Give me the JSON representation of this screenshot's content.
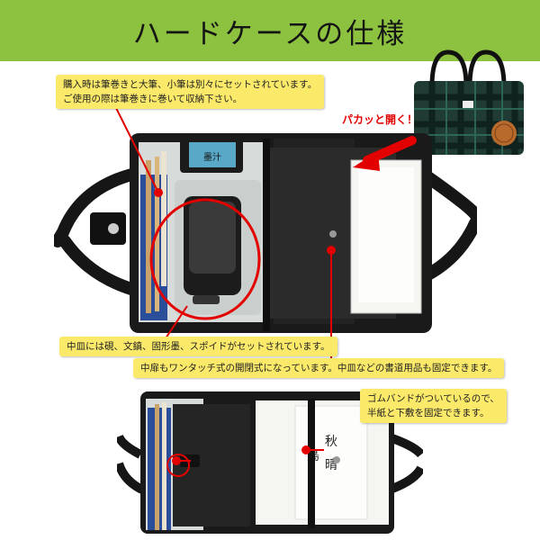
{
  "header": {
    "title": "ハードケースの仕様"
  },
  "notes": {
    "brushes": [
      "購入時は筆巻きと大筆、小筆は別々にセットされています。",
      "ご使用の際は筆巻きに巻いて収納下さい。"
    ],
    "tray": "中皿には硯、文鎮、固形墨、スポイドがセットされています。",
    "lid": "中扉もワンタッチ式の開閉式になっています。中皿などの書道用品も固定できます。",
    "band": [
      "ゴムバンドがついているので、",
      "半紙と下敷を固定できます。"
    ]
  },
  "callout": {
    "open_label": "パカッと開く！"
  },
  "ink_label": "墨汁",
  "paper_text": [
    "秋",
    "晴",
    "鳥"
  ],
  "colors": {
    "banner": "#8cc23f",
    "note_bg": "#fbe96a",
    "accent_red": "#e30000",
    "case_black": "#1a1a1a"
  }
}
